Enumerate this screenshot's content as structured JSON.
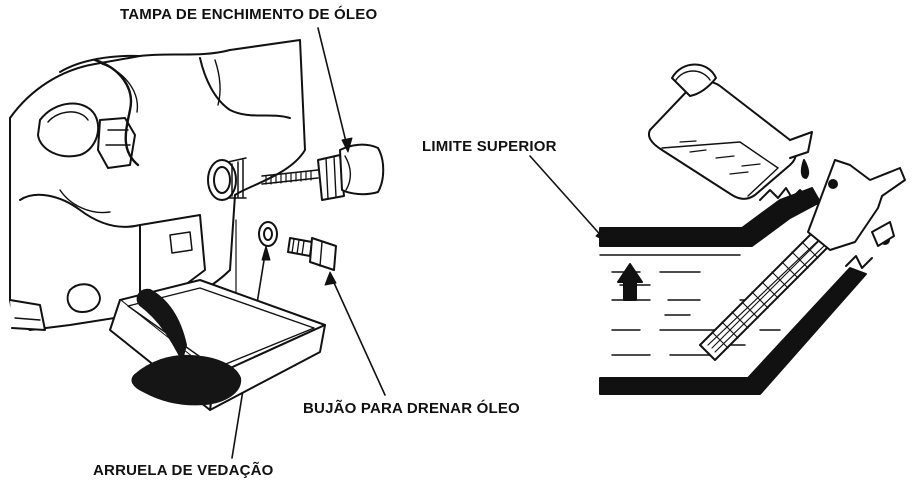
{
  "labels": {
    "oil_filler_cap": "TAMPA DE ENCHIMENTO DE ÓLEO",
    "upper_limit": "LIMITE SUPERIOR",
    "drain_plug": "BUJÃO PARA DRENAR ÓLEO",
    "sealing_washer": "ARRUELA DE VEDAÇÃO"
  },
  "colors": {
    "ink": "#111111",
    "paper": "#ffffff",
    "oil": "#151515"
  }
}
